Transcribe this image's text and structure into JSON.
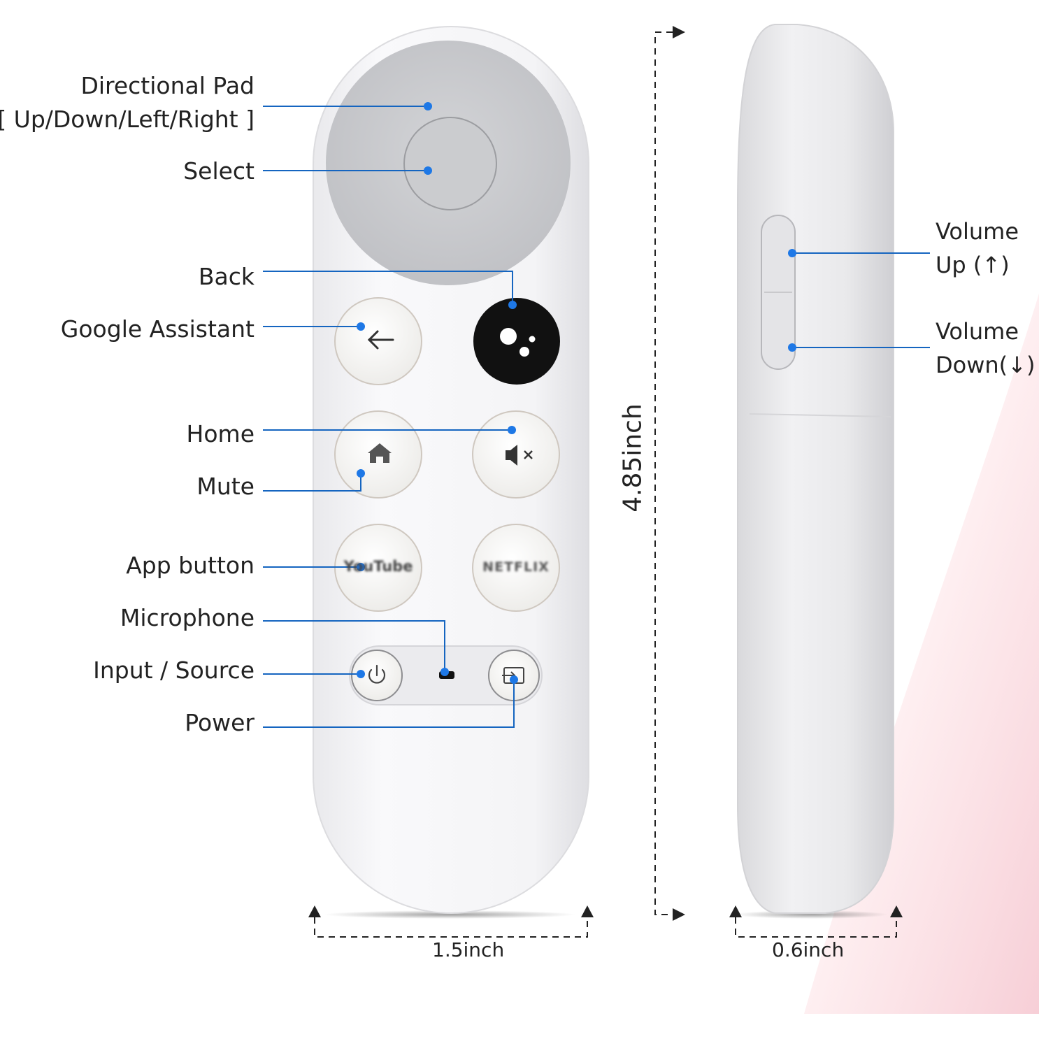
{
  "callouts": {
    "directional_pad": [
      "Directional Pad",
      "[ Up/Down/Left/Right ]"
    ],
    "select": "Select",
    "back": "Back",
    "google_assistant": "Google Assistant",
    "home": "Home",
    "mute": "Mute",
    "app_button": "App button",
    "microphone": "Microphone",
    "input_source": "Input / Source",
    "power": "Power",
    "volume_up": [
      "Volume",
      "Up (↑)"
    ],
    "volume_down": [
      "Volume",
      "Down(↓)"
    ]
  },
  "dimensions": {
    "width": "1.5inch",
    "height": "4.85inch",
    "depth": "0.6inch"
  },
  "buttons": {
    "youtube": "YouTube",
    "netflix": "NETFLIX"
  },
  "icons": {
    "back": "arrow-left-icon",
    "assistant": "google-assistant-icon",
    "home": "home-icon",
    "mute": "mute-icon",
    "power": "power-icon",
    "input": "input-icon",
    "microphone": "microphone-icon"
  },
  "colors": {
    "callout_line": "#1565c0",
    "callout_dot": "#1e78e6",
    "remote_body": "#f7f7f8",
    "dpad": "#c9cacd",
    "assistant_button": "#111111"
  }
}
